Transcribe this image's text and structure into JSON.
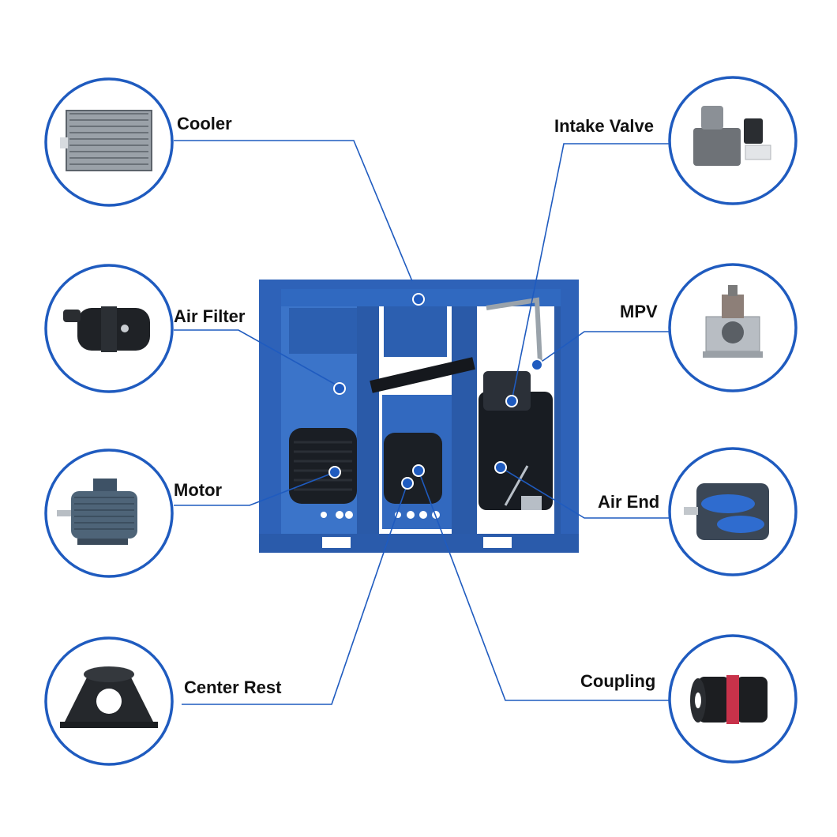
{
  "colors": {
    "accent": "#1f5bbf",
    "frame": "#2e62b8",
    "frame_dark": "#1e468c",
    "panel": "#3a72c8",
    "machine_dark": "#161a20"
  },
  "components": [
    {
      "id": "cooler",
      "label": "Cooler",
      "icon": "radiator-icon"
    },
    {
      "id": "air-filter",
      "label": "Air Filter",
      "icon": "air-filter-icon"
    },
    {
      "id": "motor",
      "label": "Motor",
      "icon": "electric-motor-icon"
    },
    {
      "id": "center-rest",
      "label": "Center Rest",
      "icon": "center-rest-bracket-icon"
    },
    {
      "id": "intake-valve",
      "label": "Intake Valve",
      "icon": "intake-valve-icon"
    },
    {
      "id": "mpv",
      "label": "MPV",
      "icon": "minimum-pressure-valve-icon"
    },
    {
      "id": "air-end",
      "label": "Air End",
      "icon": "screw-rotor-air-end-icon"
    },
    {
      "id": "coupling",
      "label": "Coupling",
      "icon": "jaw-coupling-icon"
    }
  ]
}
